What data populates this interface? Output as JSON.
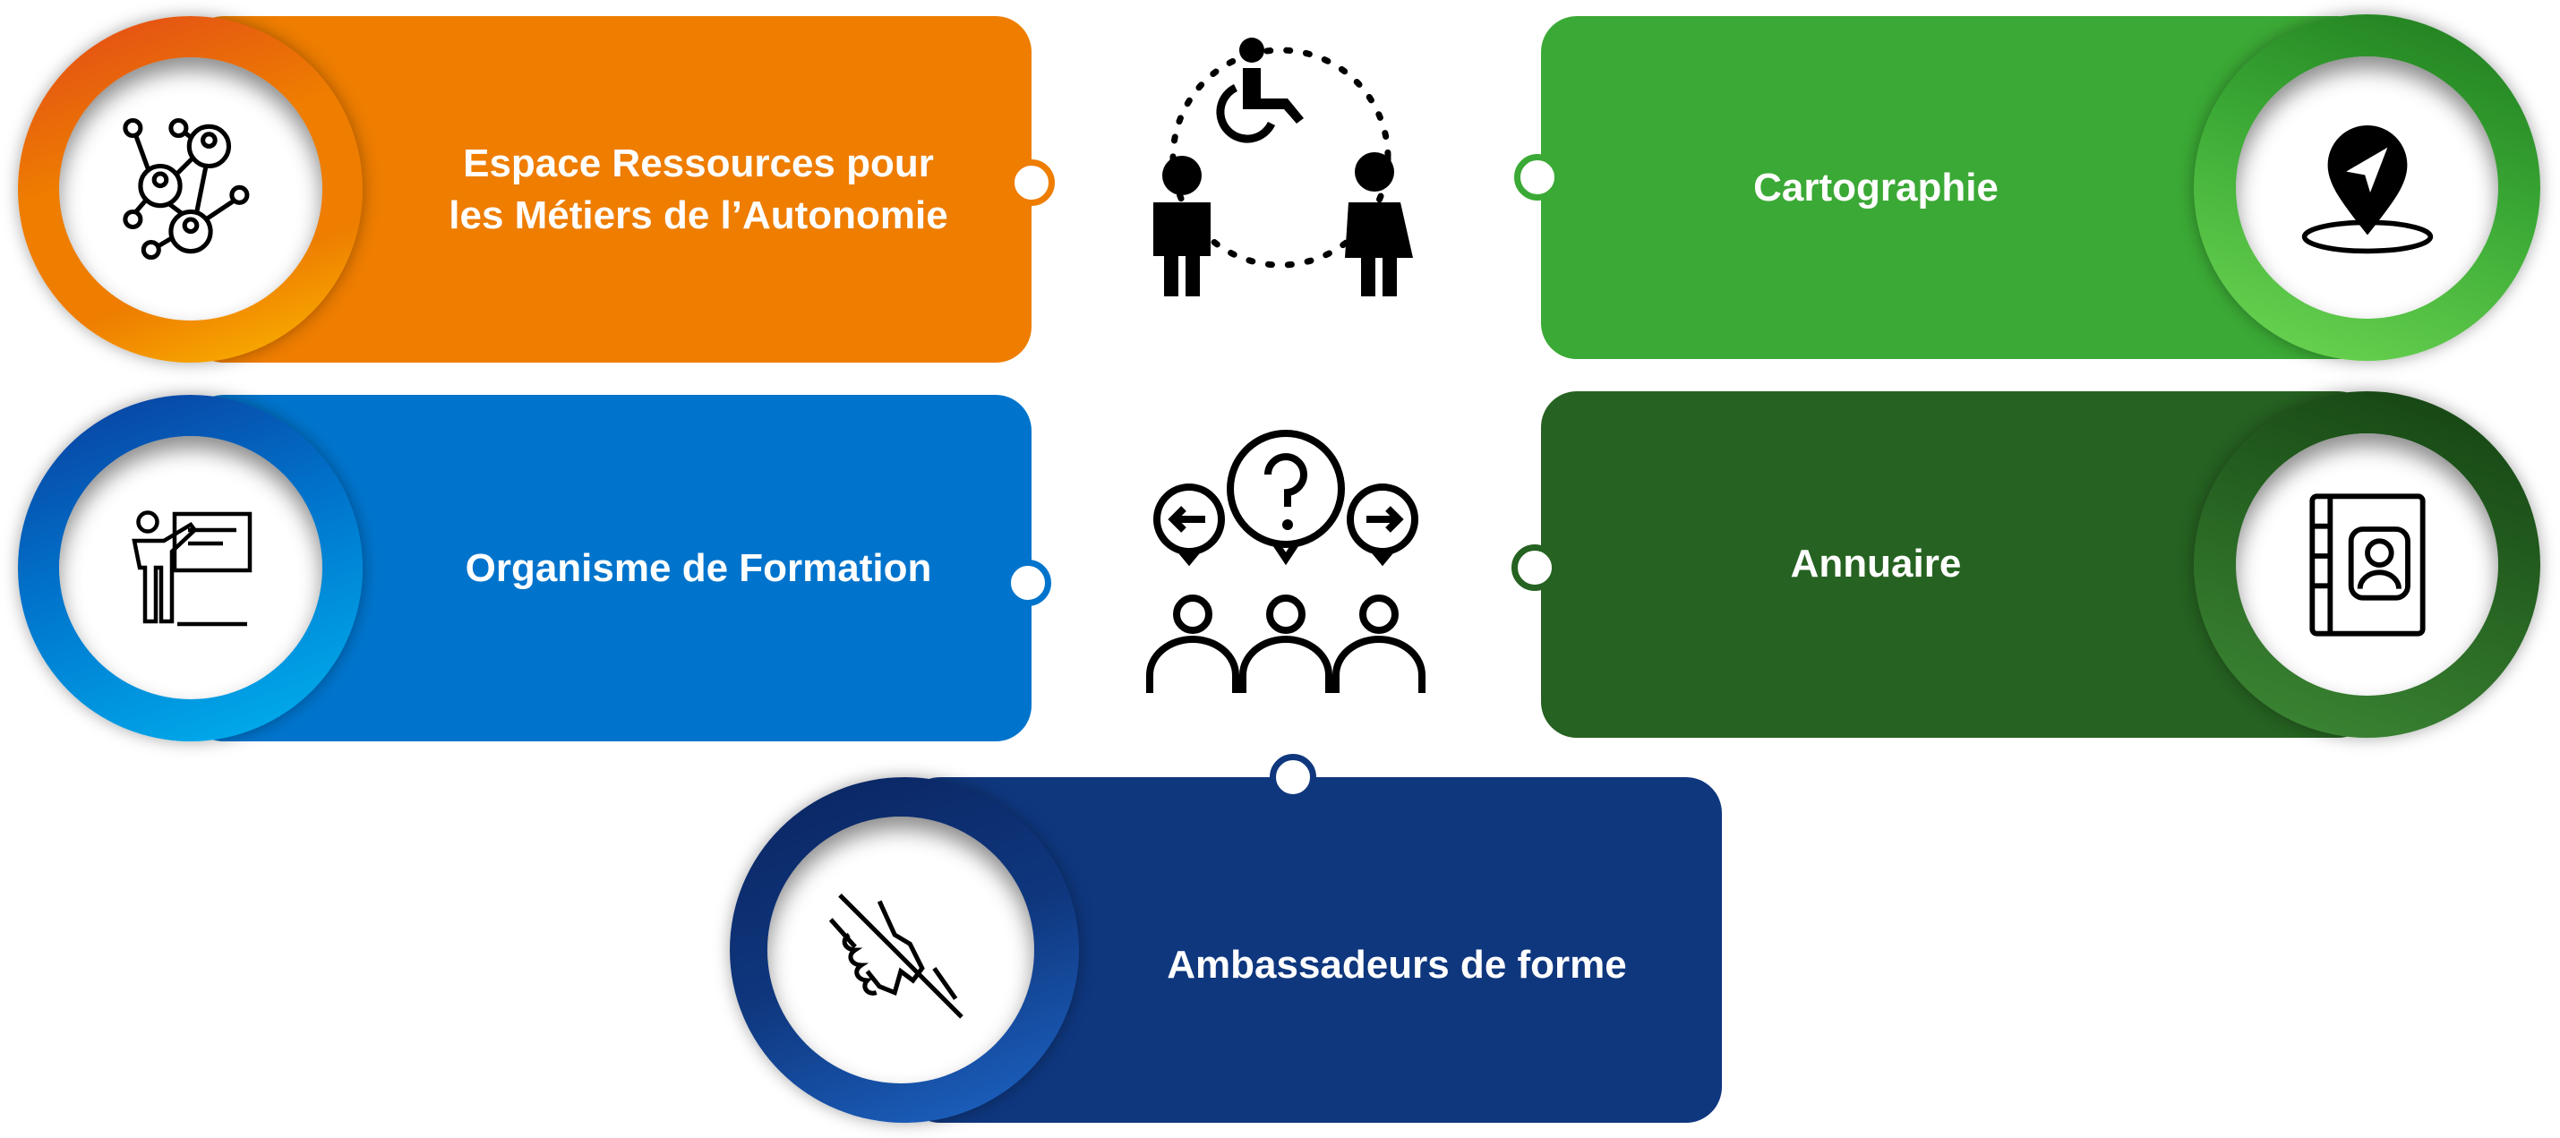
{
  "items": [
    {
      "label_line1": "Espace Ressources pour",
      "label_line2": "les Métiers de l’Autonomie",
      "color": "#EE7D00",
      "icon": "network-people-icon"
    },
    {
      "label": "Organisme de Formation",
      "color": "#0074CC",
      "icon": "teacher-board-icon"
    },
    {
      "label": "Cartographie",
      "color": "#3BA935",
      "icon": "map-pin-navigation-icon"
    },
    {
      "label": "Annuaire",
      "color": "#266221",
      "icon": "contact-book-icon"
    },
    {
      "label": "Ambassadeurs de forme",
      "color": "#0F377E",
      "icon": "helping-hands-icon"
    }
  ],
  "center_icons": [
    "disability-inclusion-icon",
    "group-discussion-icon"
  ]
}
